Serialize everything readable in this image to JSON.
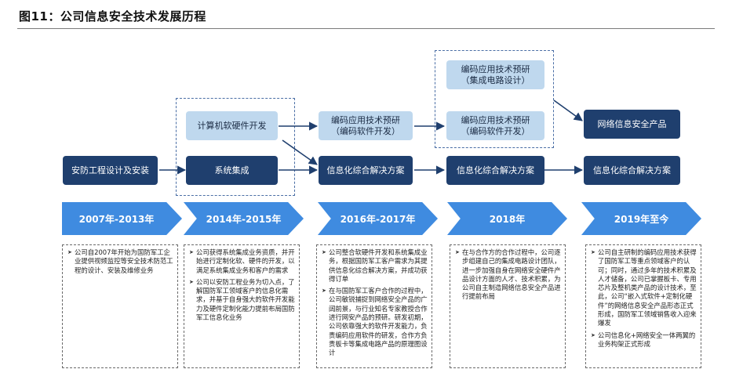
{
  "figure": {
    "title": "图11：公司信息安全技术发展历程"
  },
  "boxes": {
    "anfang": "安防工程设计及安装",
    "jisuanji": "计算机软硬件开发",
    "xitong": "系统集成",
    "bianma1": "编码应用技术预研\n（编码软件开发）",
    "xinxihua1": "信息化综合解决方案",
    "bianma2a": "编码应用技术预研\n（集成电路设计）",
    "bianma2b": "编码应用技术预研\n（编码软件开发）",
    "xinxihua2": "信息化综合解决方案",
    "wangluo": "网络信息安全产品",
    "xinxihua3": "信息化综合解决方案"
  },
  "timeline": [
    "2007年-2013年",
    "2014年-2015年",
    "2016年-2017年",
    "2018年",
    "2019年至今"
  ],
  "descriptions": [
    [
      "公司自2007年开始为国防军工企业提供视频监控等安全技术防范工程的设计、安装及维修业务"
    ],
    [
      "公司获得系统集成业务资质，并开始进行定制化软、硬件的开发，以满足系统集成业务和客户的需求",
      "公司以安防工程业务为切入点，了解国防军工领域客户的信息化需求，并基于自身强大的软件开发能力及硬件定制化能力提前布局国防军工信息化业务"
    ],
    [
      "公司整合软硬件开发和系统集成业务，根据国防军工客户需求为其提供信息化综合解决方案，并成功获得订单",
      "在与国防军工客户合作的过程中，公司敏锐捕捉到网络安全产品的广阔前景，与行业知名专家教授合作进行网安产品的预研。研发初期，公司依靠强大的软件开发能力，负责编码应用软件的研发，合作方负责板卡等集成电路产品的原理图设计"
    ],
    [
      "在与合作方的合作过程中，公司逐步组建自己的集成电路设计团队，进一步加强自身在网络安全硬件产品设计方面的人才、技术积累，为公司自主制造网络信息安全产品进行提前布局"
    ],
    [
      "公司自主研制的编码应用技术获得了国防军工等重点领域客户的认可；同时，通过多年的技术积累及人才储备，公司已掌握板卡、专用芯片及整机类产品的设计技术，至此，公司“嵌入式软件+定制化硬件”的网络信息安全产品形态正式形成，国防军工领域销售收入迎来爆发",
      "公司信息化+网络安全一体两翼的业务构架正式形成"
    ]
  ],
  "colors": {
    "dark_box": "#1f3f6e",
    "light_box": "#bfd8ee",
    "timeline": "#3f8be0",
    "dashed_border": "#4a6ea5"
  }
}
